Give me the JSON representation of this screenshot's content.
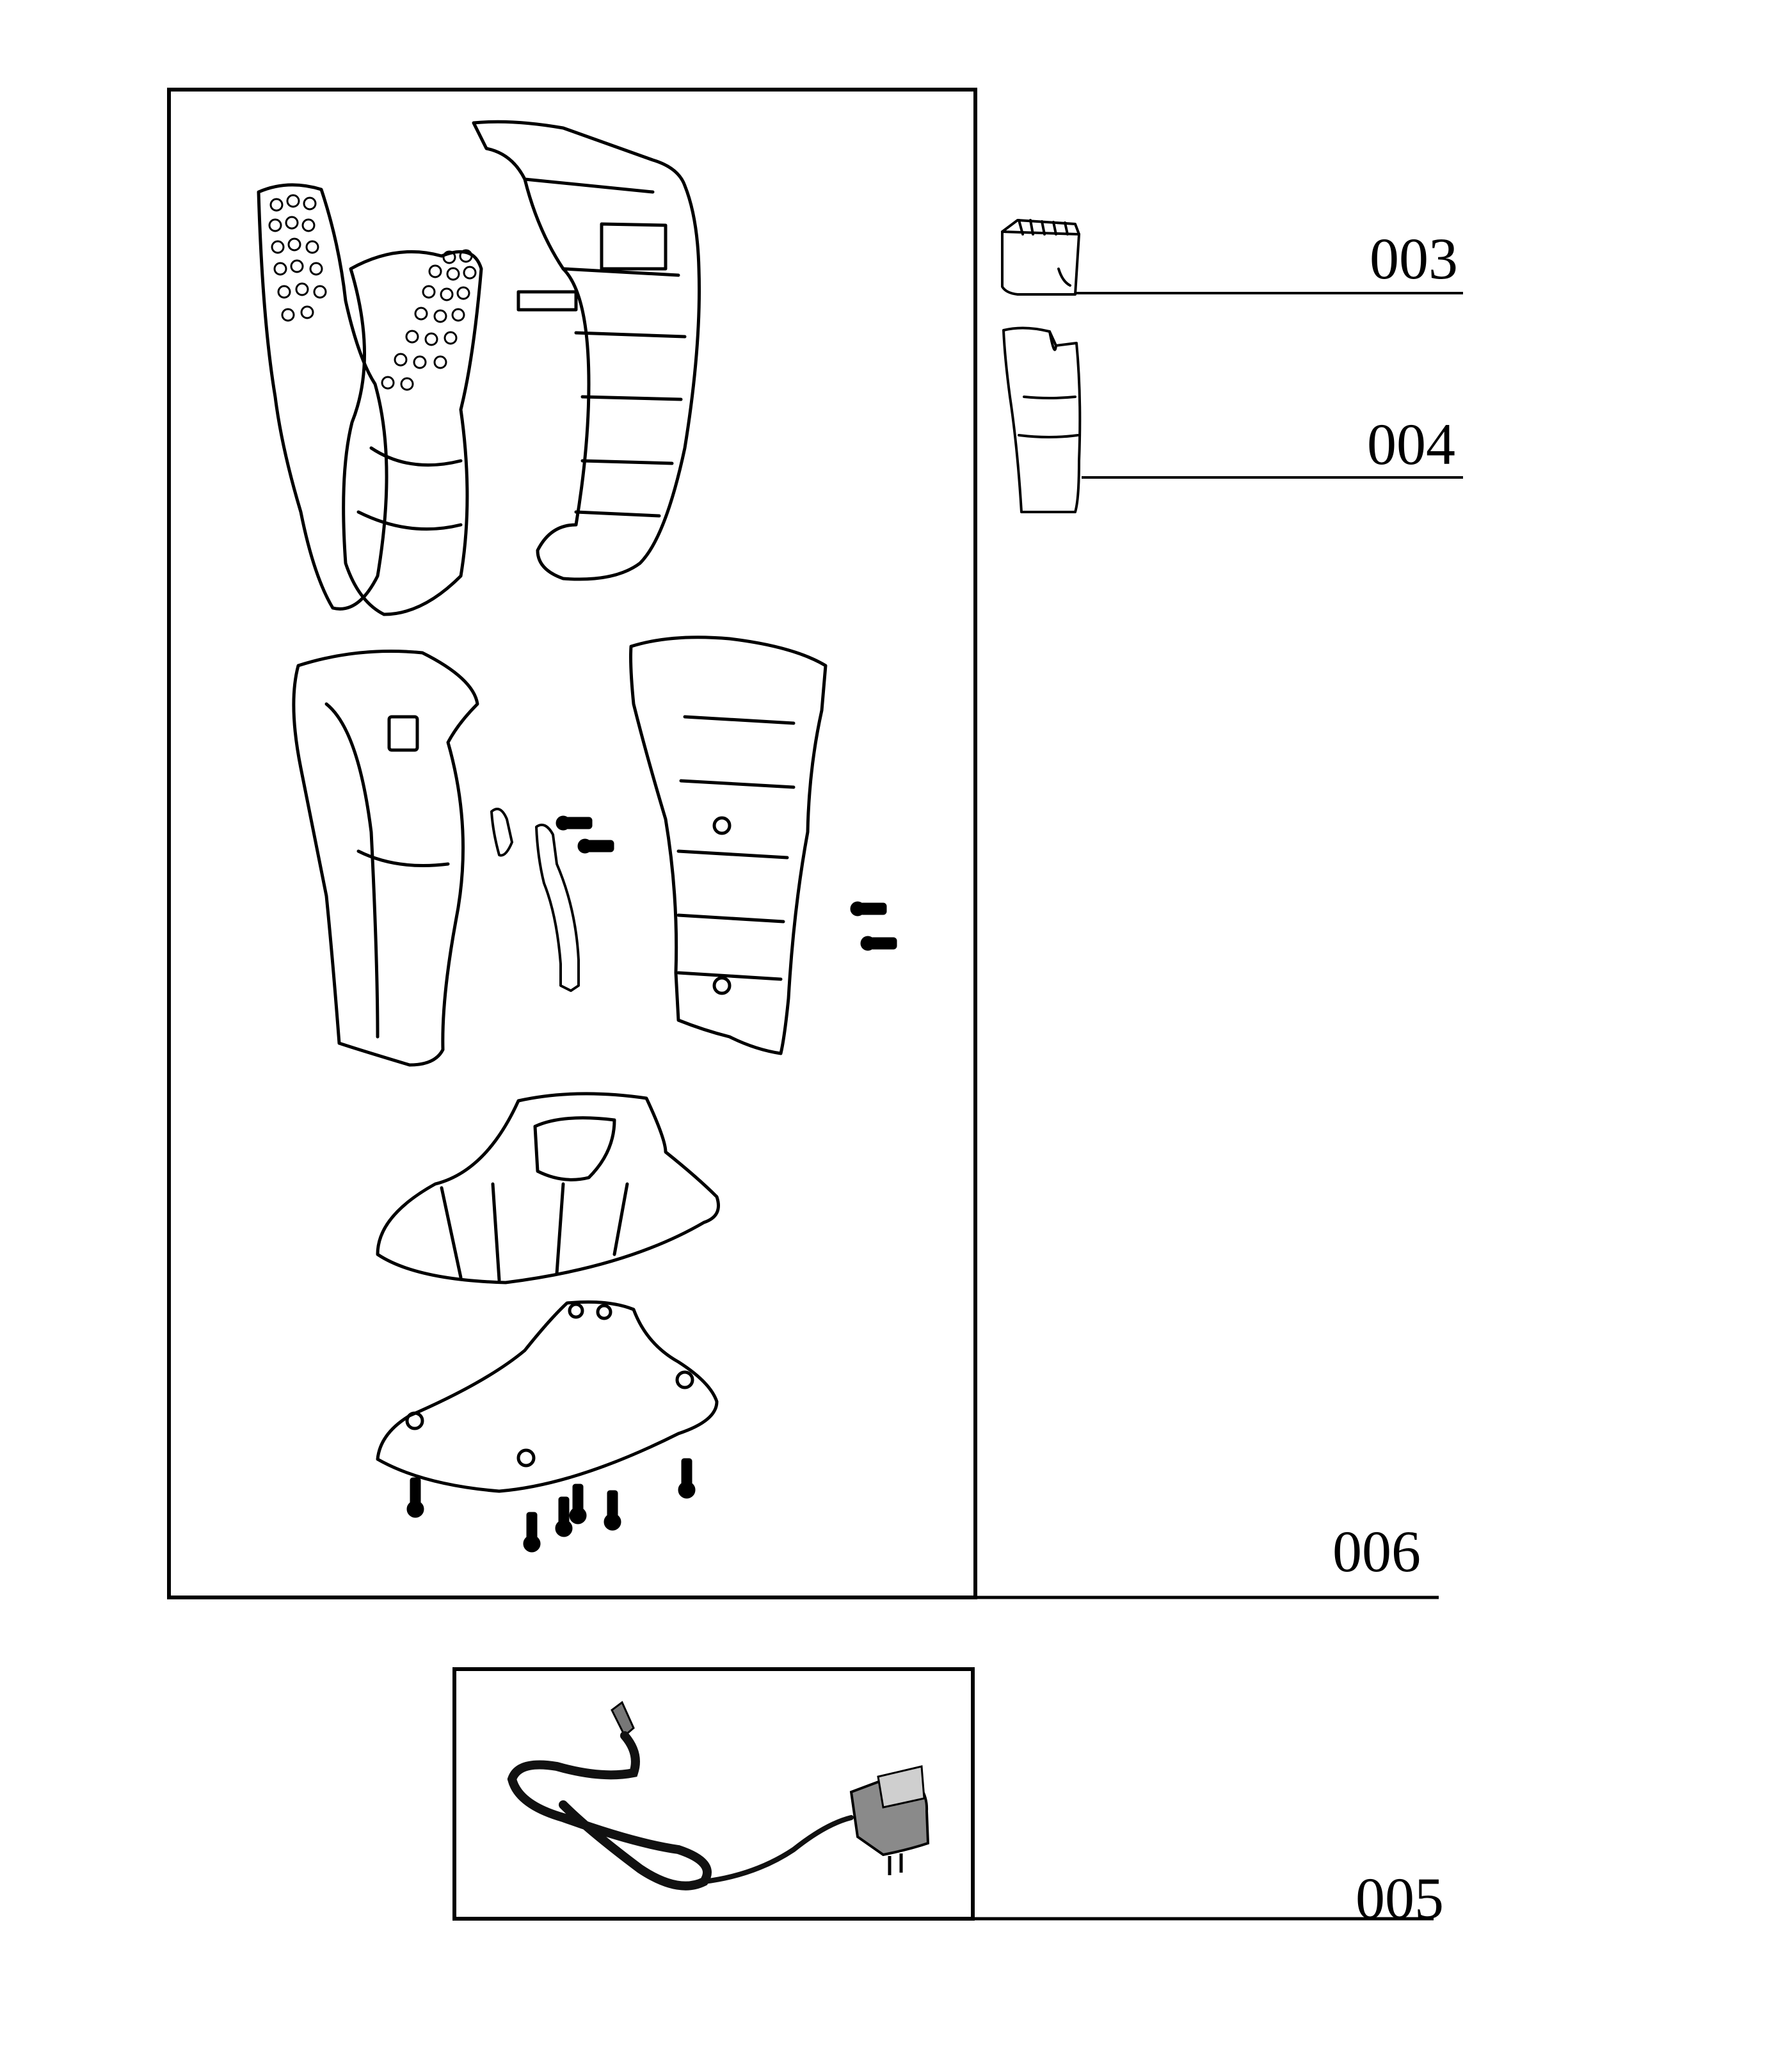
{
  "labels": {
    "part_003": "003",
    "part_004": "004",
    "part_006": "006",
    "part_005": "005"
  },
  "colors": {
    "line": "#000000",
    "background": "#ffffff"
  }
}
